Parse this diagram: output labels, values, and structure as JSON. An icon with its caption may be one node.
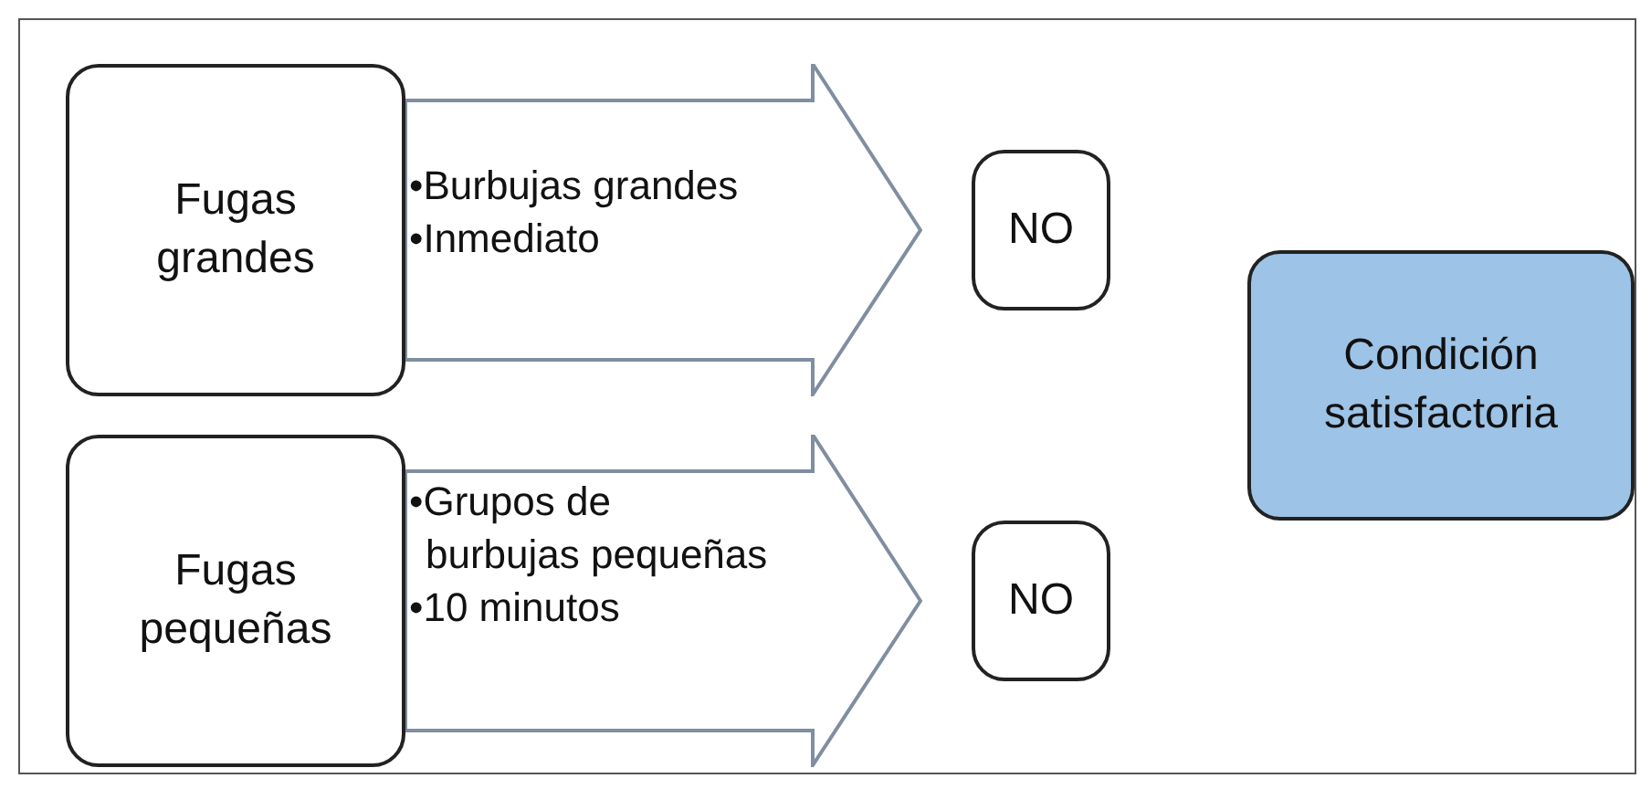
{
  "diagram": {
    "nodes": [
      {
        "text": [
          "Fugas grandes"
        ]
      },
      {
        "text": [
          "•Burbujas grandes",
          "•Inmediato"
        ]
      },
      {
        "text": [
          "NO"
        ]
      },
      {
        "text": [
          "Fugas pequeñas"
        ]
      },
      {
        "text": [
          "•Grupos de burbujas pequeñas",
          "•10 minutos"
        ]
      },
      {
        "text": [
          "NO"
        ]
      },
      {
        "text": [
          "Condición satisfactoria"
        ]
      }
    ]
  }
}
